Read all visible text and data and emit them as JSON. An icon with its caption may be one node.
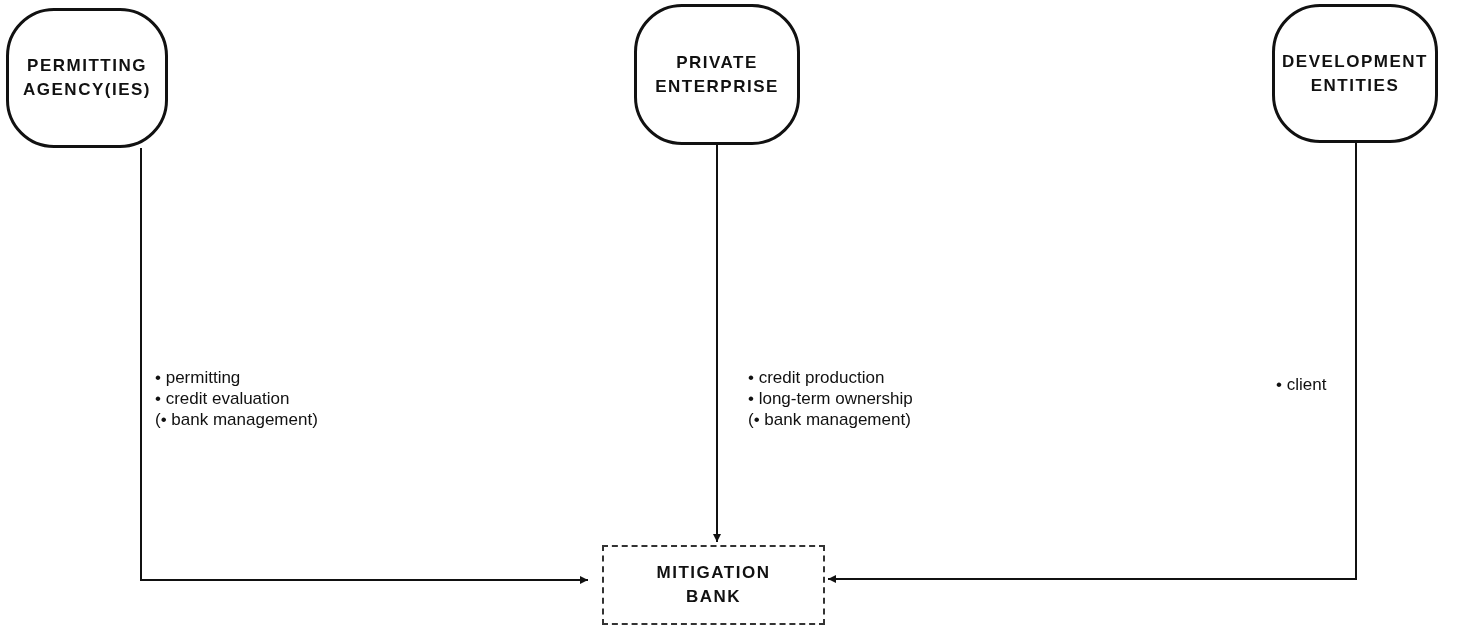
{
  "diagram": {
    "nodes": [
      {
        "text": [
          "PERMITTING AGENCY(IES)"
        ]
      },
      {
        "text": [
          "PRIVATE ENTERPRISE"
        ]
      },
      {
        "text": [
          "DEVELOPMENT ENTITIES"
        ]
      },
      {
        "text": [
          "MITIGATION BANK"
        ]
      }
    ],
    "edges": [
      {
        "from": 0,
        "to": 3,
        "arrow": "to",
        "label": "• permitting • credit evaluation (• bank management)"
      },
      {
        "from": 1,
        "to": 3,
        "arrow": "to",
        "label": "• credit production • long-term ownership (• bank management)"
      },
      {
        "from": 2,
        "to": 3,
        "arrow": "to",
        "label": "• client"
      }
    ]
  }
}
